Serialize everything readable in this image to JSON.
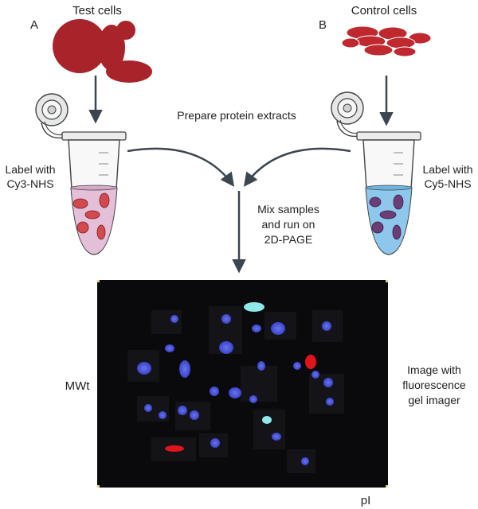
{
  "panel_a": {
    "letter": "A",
    "title": "Test cells",
    "label_line1": "Label with",
    "label_line2": "Cy3-NHS"
  },
  "panel_b": {
    "letter": "B",
    "title": "Control cells",
    "label_line1": "Label with",
    "label_line2": "Cy5-NHS"
  },
  "steps": {
    "prepare": "Prepare protein extracts",
    "mix_line1": "Mix samples",
    "mix_line2": "and run on",
    "mix_line3": "2D-PAGE"
  },
  "gel": {
    "y_axis_label": "MWt",
    "x_axis_label": "pI",
    "caption_line1": "Image with",
    "caption_line2": "fluorescence",
    "caption_line3": "gel imager"
  },
  "colors": {
    "test_cells": "#a8242a",
    "control_cells": "#c0282f",
    "cy3_liquid": "#e3bfd8",
    "cy5_liquid": "#8ec7ec",
    "arrow": "#3c4650",
    "gel_background": "#0a0a0c",
    "spot_blue": "#4a55d8",
    "spot_red": "#e0141c",
    "spot_cyan": "#8fe8ea"
  }
}
